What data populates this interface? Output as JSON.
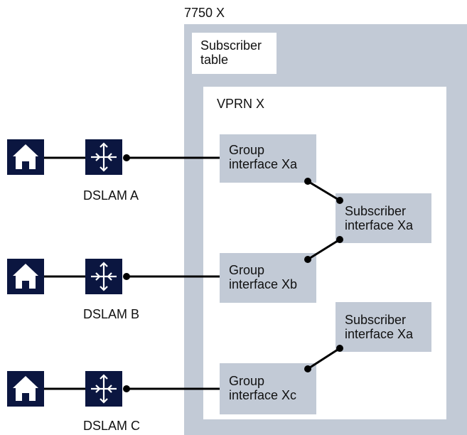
{
  "chassis_label": "7750 X",
  "subscriber_table_label": "Subscriber\ntable",
  "vprn_label": "VPRN X",
  "group_interfaces": [
    "Group\ninterface Xa",
    "Group\ninterface Xb",
    "Group\ninterface Xc"
  ],
  "subscriber_interfaces": [
    "Subscriber\ninterface Xa",
    "Subscriber\ninterface Xa"
  ],
  "dslams": [
    "DSLAM A",
    "DSLAM B",
    "DSLAM C"
  ],
  "colors": {
    "chassis": "#c2cad6",
    "icon": "#0b1640",
    "line": "#000000"
  },
  "icons": [
    "home-icon",
    "dslam-router-icon"
  ]
}
